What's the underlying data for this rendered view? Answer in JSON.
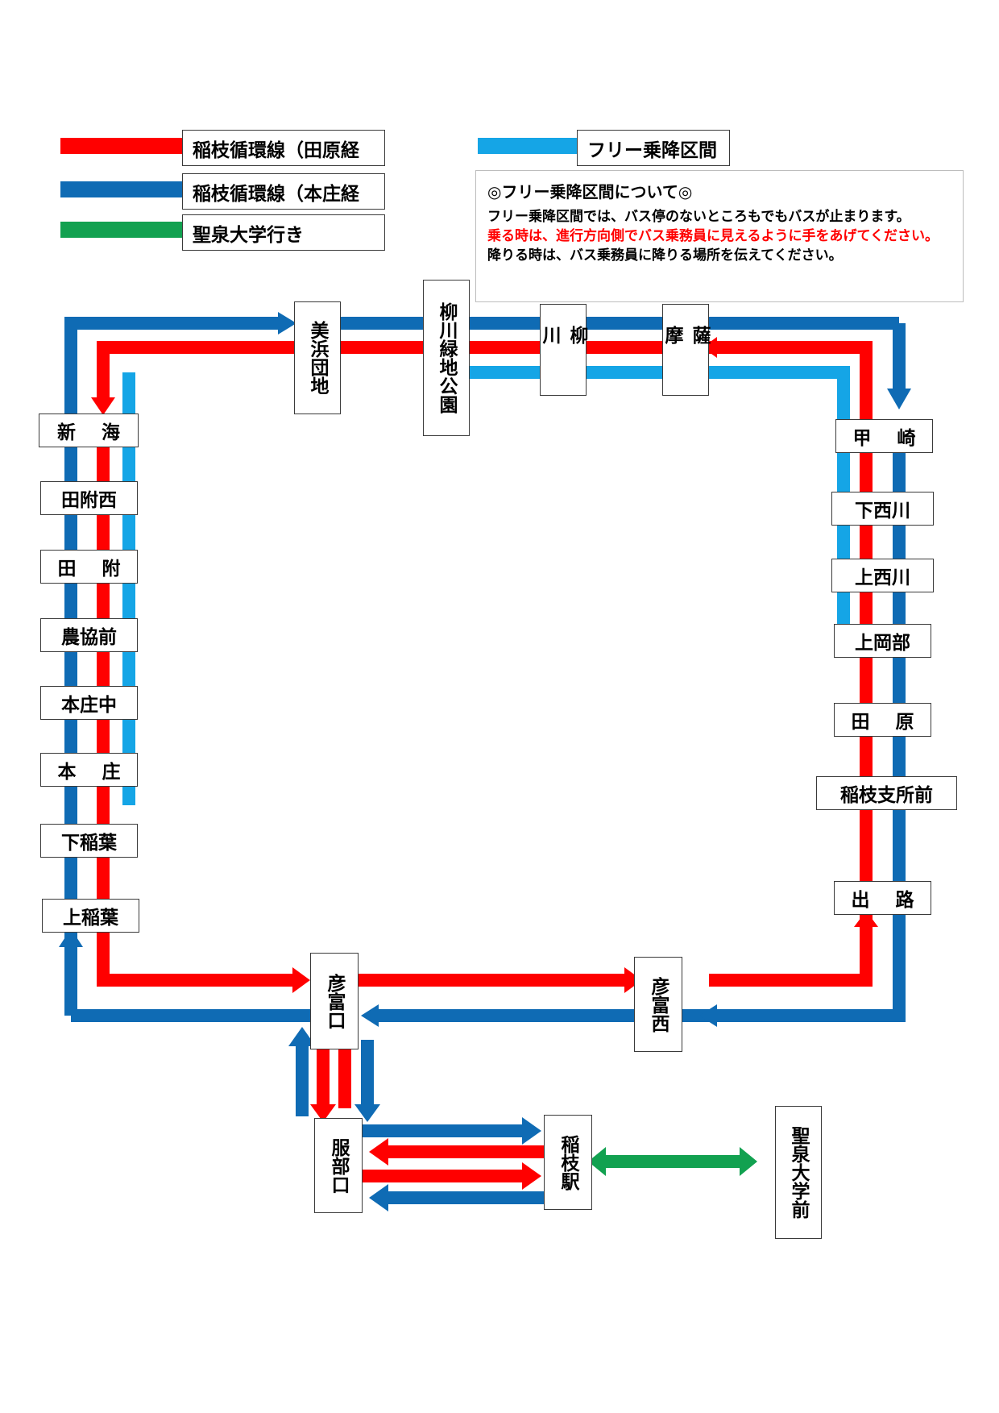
{
  "colors": {
    "tahara_route": "#ff0000",
    "honjo_route": "#0f6bb4",
    "university_route": "#12a150",
    "free_section": "#15a5e6"
  },
  "legend": {
    "tahara": "稲枝循環線（田原経",
    "honjo": "稲枝循環線（本庄経",
    "university": "聖泉大学行き",
    "free": "フリー乗降区間"
  },
  "notice": {
    "title": "◎フリー乗降区間について◎",
    "line1": "フリー乗降区間では、バス停のないところもでもバスが止まります。",
    "line2": "乗る時は、進行方向側でバス乗務員に見えるように手をあげてください。",
    "line3": "降りる時は、バス乗務員に降りる場所を伝えてください。"
  },
  "stops": {
    "mihama": "美浜団地",
    "yanagawa_park": "柳川緑地公園",
    "yanagawa": "柳川",
    "satsuma": "薩摩",
    "shinkai": "新海",
    "tafunishi": "田附西",
    "tafu": "田附",
    "nokyomae": "農協前",
    "honjonaka": "本庄中",
    "honjo": "本庄",
    "shimoinaba": "下稲葉",
    "kamiinaba": "上稲葉",
    "kosaki": "甲崎",
    "shimonishikawa": "下西川",
    "kaminishikawa": "上西川",
    "kamiokabe": "上岡部",
    "tahara": "田原",
    "inae_shisho": "稲枝支所前",
    "dero": "出路",
    "hikotomiguchi": "彦富口",
    "hikotominishi": "彦富西",
    "hattoriguchi": "服部口",
    "inae_station": "稲枝駅",
    "seisen_univ": "聖泉大学前"
  }
}
